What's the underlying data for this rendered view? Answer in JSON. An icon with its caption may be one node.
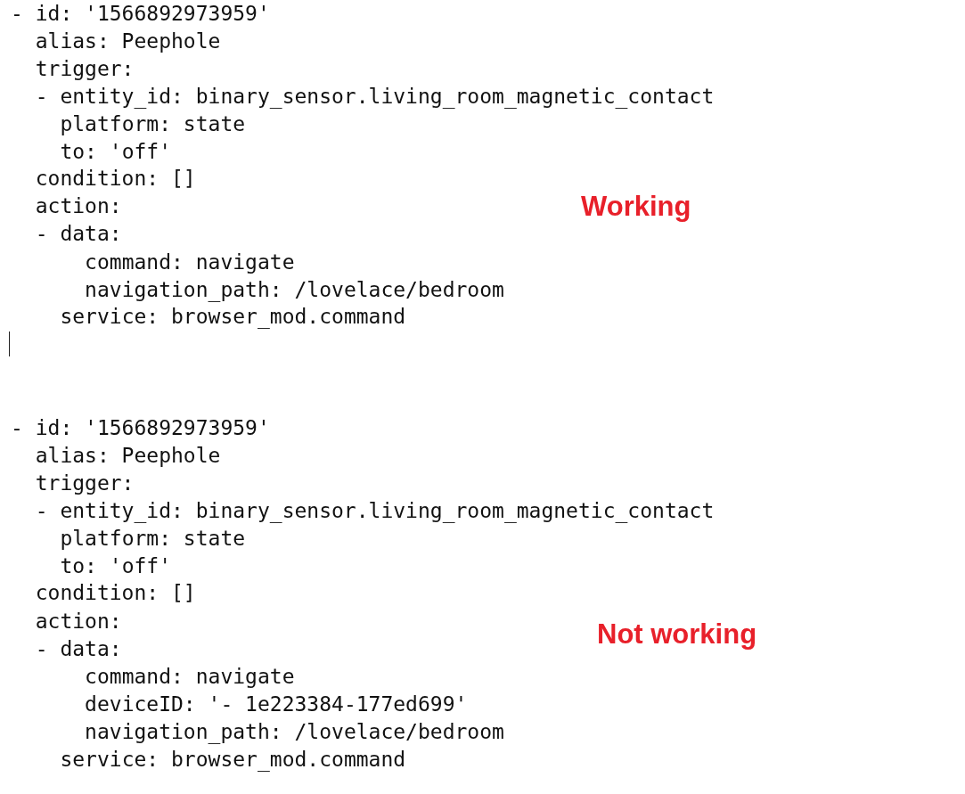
{
  "diagram": {
    "labels": [
      "- id: '1566892973959'",
      "alias: Peephole",
      "trigger:",
      "- entity_id: binary_sensor.living_room_magnetic_contact",
      "platform: state",
      "to: 'off'",
      "condition: []",
      "action:",
      "- data:",
      "command: navigate",
      "navigation_path: /lovelace/bedroom",
      "service: browser_mod.command",
      "Working",
      "- id: '1566892973959'",
      "alias: Peephole",
      "trigger:",
      "- entity_id: binary_sensor.living_room_magnetic_contact",
      "platform: state",
      "to: 'off'",
      "condition: []",
      "action:",
      "- data:",
      "command: navigate",
      "deviceID: '- 1e223384-177ed699'",
      "navigation_path: /lovelace/bedroom",
      "service: browser_mod.command",
      "Not working"
    ]
  }
}
